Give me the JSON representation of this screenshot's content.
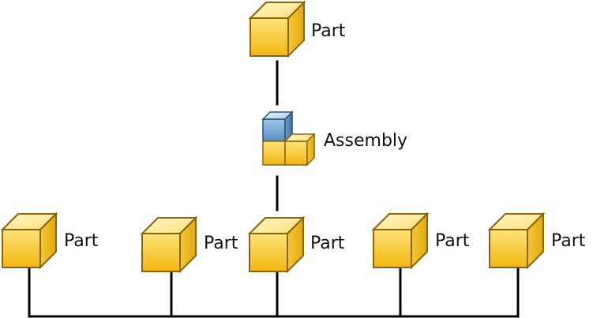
{
  "colors": {
    "part_front": "#f6c81d",
    "part_top": "#ffe37a",
    "part_side": "#e9b10b",
    "part_outline": "#8a6410",
    "assembly_blue_front": "#6a9fd1",
    "assembly_blue_top": "#a9cdee",
    "assembly_blue_side": "#4d7fb3",
    "assembly_blue_outline": "#2f4f72",
    "line": "#000000"
  },
  "nodes": {
    "top_part": {
      "label": "Part",
      "icon": "part-cube-icon"
    },
    "assembly": {
      "label": "Assembly",
      "icon": "assembly-cubes-icon"
    },
    "children": [
      {
        "label": "Part",
        "icon": "part-cube-icon"
      },
      {
        "label": "Part",
        "icon": "part-cube-icon"
      },
      {
        "label": "Part",
        "icon": "part-cube-icon"
      },
      {
        "label": "Part",
        "icon": "part-cube-icon"
      },
      {
        "label": "Part",
        "icon": "part-cube-icon"
      }
    ]
  }
}
